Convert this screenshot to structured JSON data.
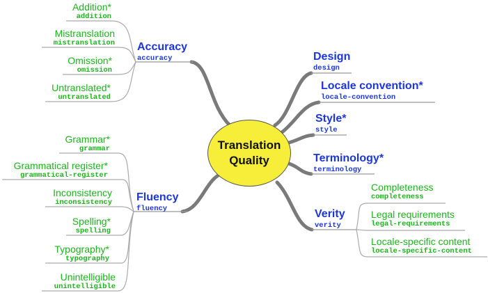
{
  "center": {
    "line1": "Translation",
    "line2": "Quality"
  },
  "left": [
    {
      "label": "Accuracy",
      "code": "accuracy",
      "children": [
        {
          "label": "Addition*",
          "code": "addition"
        },
        {
          "label": "Mistranslation",
          "code": "mistranslation"
        },
        {
          "label": "Omission*",
          "code": "omission"
        },
        {
          "label": "Untranslated*",
          "code": "untranslated"
        }
      ]
    },
    {
      "label": "Fluency",
      "code": "fluency",
      "children": [
        {
          "label": "Grammar*",
          "code": "grammar"
        },
        {
          "label": "Grammatical register*",
          "code": "grammatical-register"
        },
        {
          "label": "Inconsistency",
          "code": "inconsistency"
        },
        {
          "label": "Spelling*",
          "code": "spelling"
        },
        {
          "label": "Typography*",
          "code": "typography"
        },
        {
          "label": "Unintelligible",
          "code": "unintelligible"
        }
      ]
    }
  ],
  "right": [
    {
      "label": "Design",
      "code": "design"
    },
    {
      "label": "Locale convention*",
      "code": "locale-convention"
    },
    {
      "label": "Style*",
      "code": "style"
    },
    {
      "label": "Terminology*",
      "code": "terminology"
    },
    {
      "label": "Verity",
      "code": "verity",
      "children": [
        {
          "label": "Completeness",
          "code": "completeness"
        },
        {
          "label": "Legal requirements",
          "code": "legal-requirements"
        },
        {
          "label": "Locale-specific content",
          "code": "locale-specific-content"
        }
      ]
    }
  ]
}
